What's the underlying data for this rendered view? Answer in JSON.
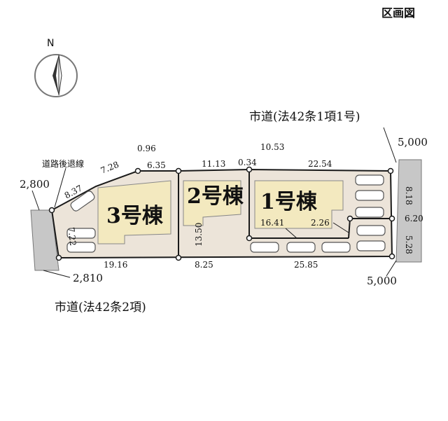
{
  "header": {
    "title": "区画図"
  },
  "compass": {
    "north_label": "N",
    "icon": "north-arrow-icon"
  },
  "roads": {
    "north_east": "市道(法42条1項1号)",
    "south_west": "市道(法42条2項)",
    "setback_label": "道路後退線",
    "widths": {
      "ne_top": "5,000",
      "se_bottom": "5,000",
      "w_top": "2,800",
      "w_bottom": "2,810"
    }
  },
  "buildings": [
    {
      "id": "1",
      "label": "1号棟"
    },
    {
      "id": "2",
      "label": "2号棟"
    },
    {
      "id": "3",
      "label": "3号棟"
    }
  ],
  "dimensions": {
    "d_096": "0.96",
    "d_635": "6.35",
    "d_1113": "11.13",
    "d_034": "0.34",
    "d_1053": "10.53",
    "d_2254": "22.54",
    "d_728": "7.28",
    "d_837": "8.37",
    "d_722": "7.22",
    "d_1916": "19.16",
    "d_825": "8.25",
    "d_2585": "25.85",
    "d_1350": "13.50",
    "d_1641": "16.41",
    "d_226": "2.26",
    "d_818": "8.18",
    "d_620": "6.20",
    "d_528": "5.28"
  },
  "colors": {
    "lot": "#ece4d9",
    "building": "#f3e9bf",
    "road": "#c7c7c7",
    "line": "#1a1a1a",
    "car": "#ffffff"
  }
}
